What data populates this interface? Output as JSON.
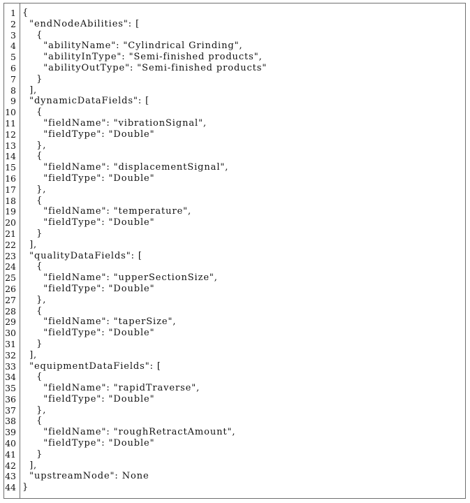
{
  "listing": {
    "lines": [
      "{",
      "  \"endNodeAbilities\": [",
      "    {",
      "      \"abilityName\": \"Cylindrical Grinding\",",
      "      \"abilityInType\": \"Semi-finished products\",",
      "      \"abilityOutType\": \"Semi-finished products\"",
      "    }",
      "  ],",
      "  \"dynamicDataFields\": [",
      "    {",
      "      \"fieldName\": \"vibrationSignal\",",
      "      \"fieldType\": \"Double\"",
      "    },",
      "    {",
      "      \"fieldName\": \"displacementSignal\",",
      "      \"fieldType\": \"Double\"",
      "    },",
      "    {",
      "      \"fieldName\": \"temperature\",",
      "      \"fieldType\": \"Double\"",
      "    }",
      "  ],",
      "  \"qualityDataFields\": [",
      "    {",
      "      \"fieldName\": \"upperSectionSize\",",
      "      \"fieldType\": \"Double\"",
      "    },",
      "    {",
      "      \"fieldName\": \"taperSize\",",
      "      \"fieldType\": \"Double\"",
      "    }",
      "  ],",
      "  \"equipmentDataFields\": [",
      "    {",
      "      \"fieldName\": \"rapidTraverse\",",
      "      \"fieldType\": \"Double\"",
      "    },",
      "    {",
      "      \"fieldName\": \"roughRetractAmount\",",
      "      \"fieldType\": \"Double\"",
      "    }",
      "  ],",
      "  \"upstreamNode\": None",
      "}"
    ]
  }
}
